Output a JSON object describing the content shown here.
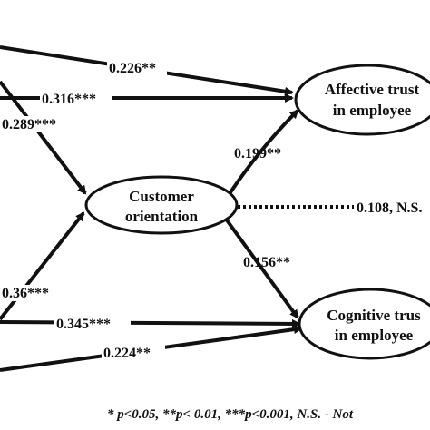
{
  "nodes": {
    "affective_trust": {
      "line1": "Affective trust",
      "line2": "in employee"
    },
    "customer_orientation": {
      "line1": "Customer",
      "line2": "orientation"
    },
    "cognitive_trust": {
      "line1": "Cognitive trus",
      "line2": "in employee"
    }
  },
  "edges": {
    "top_to_affective_upper": "0.226**",
    "top_to_affective_direct": "0.316***",
    "top_to_customer": "0.289***",
    "customer_to_affective": "0.199**",
    "customer_to_nonsig": "0.108, N.S.",
    "customer_to_cognitive": "0.156**",
    "bottom_to_customer": "0.36***",
    "bottom_to_cognitive": "0.345***",
    "bottom_to_cognitive_lower": "0.224**"
  },
  "footnote": "* p<0.05, **p< 0.01, ***p<0.001, N.S. - Not"
}
